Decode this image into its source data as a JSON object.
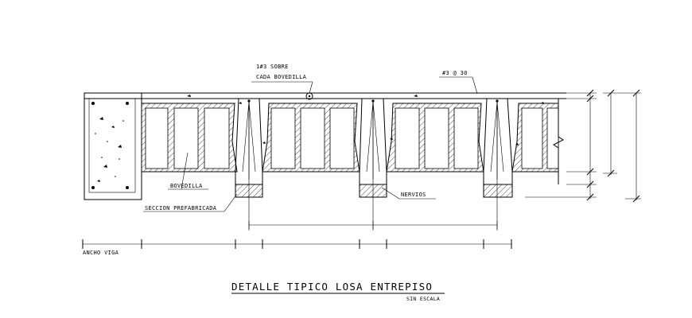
{
  "labels": {
    "rebar_top_line1": "1#3 SOBRE",
    "rebar_top_line2": "CADA BOVEDILLA",
    "mesh_spacing": "#3 @ 30",
    "bovedilla": "BOVEDILLA",
    "nervios": "NERVIOS",
    "seccion_prefabricada": "SECCION PREFABRICADA",
    "ancho_viga": "ANCHO VIGA"
  },
  "title": {
    "main": "DETALLE TIPICO LOSA ENTREPISO",
    "scale": "SIN ESCALA"
  },
  "colors": {
    "line": "#000000",
    "background": "#ffffff"
  }
}
